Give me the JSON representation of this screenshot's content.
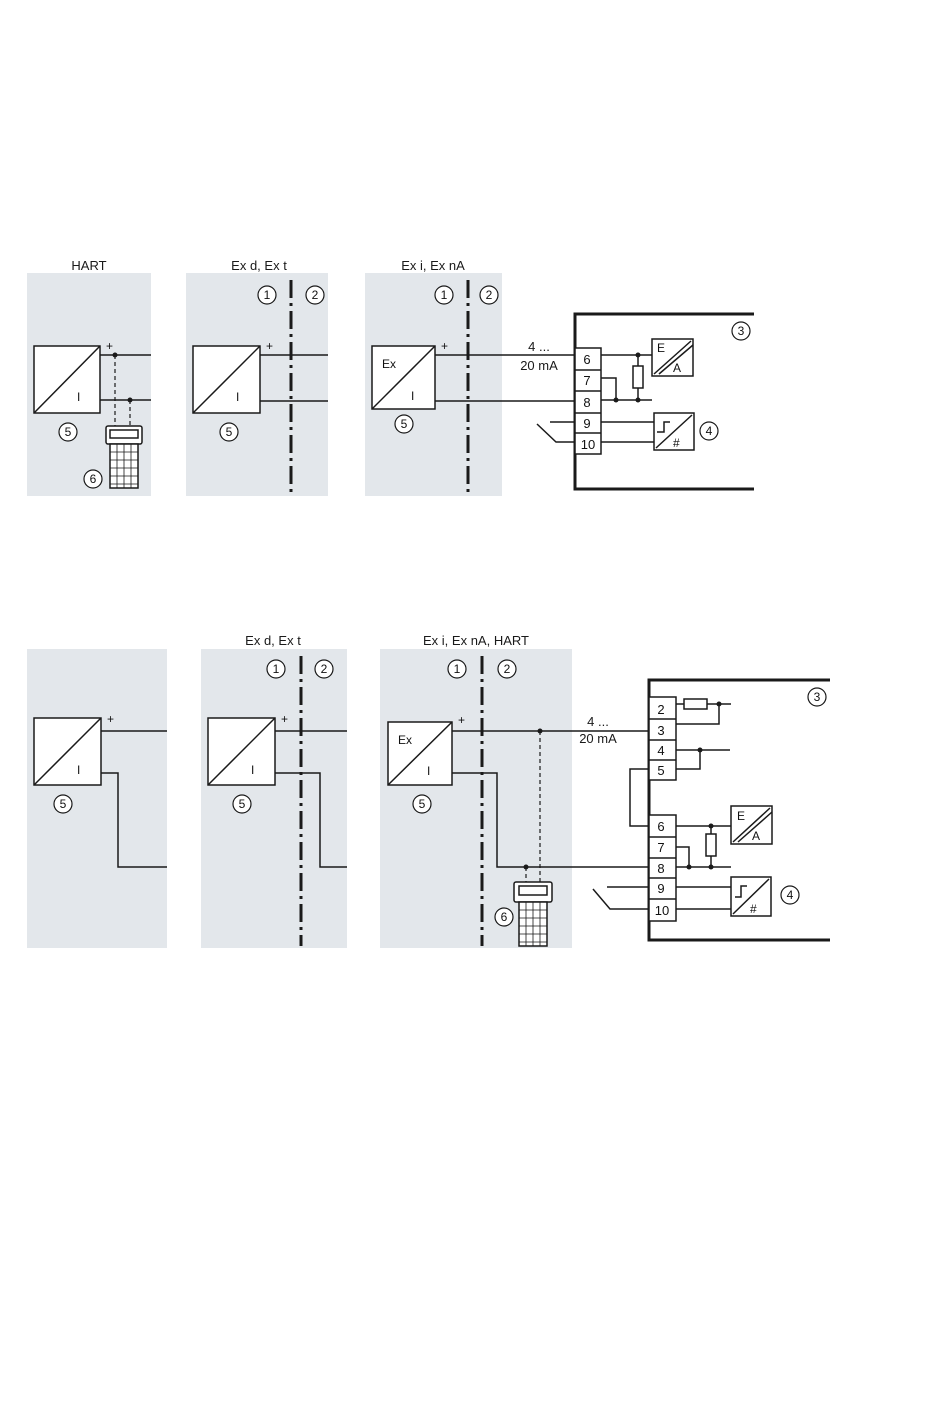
{
  "diagram_top": {
    "panel_titles": [
      "HART",
      "Ex d, Ex t",
      "Ex i, Ex nA"
    ],
    "ex_label": "Ex",
    "i_label": "I",
    "plus": "+",
    "current_range": [
      "4 ...",
      "20 mA"
    ],
    "terminals": [
      "6",
      "7",
      "8",
      "9",
      "10"
    ],
    "callouts": [
      "1",
      "2",
      "3",
      "4",
      "5",
      "6"
    ],
    "converter_labels": [
      "E",
      "A"
    ],
    "digital_symbol": "#"
  },
  "diagram_bottom": {
    "panel_titles": [
      "Ex d, Ex t",
      "Ex i, Ex nA, HART"
    ],
    "ex_label": "Ex",
    "i_label": "I",
    "plus": "+",
    "current_range": [
      "4 ...",
      "20 mA"
    ],
    "terminals": [
      "2",
      "3",
      "4",
      "5",
      "6",
      "7",
      "8",
      "9",
      "10"
    ],
    "callouts": [
      "1",
      "2",
      "3",
      "4",
      "5",
      "6"
    ],
    "converter_labels": [
      "E",
      "A"
    ],
    "digital_symbol": "#"
  }
}
